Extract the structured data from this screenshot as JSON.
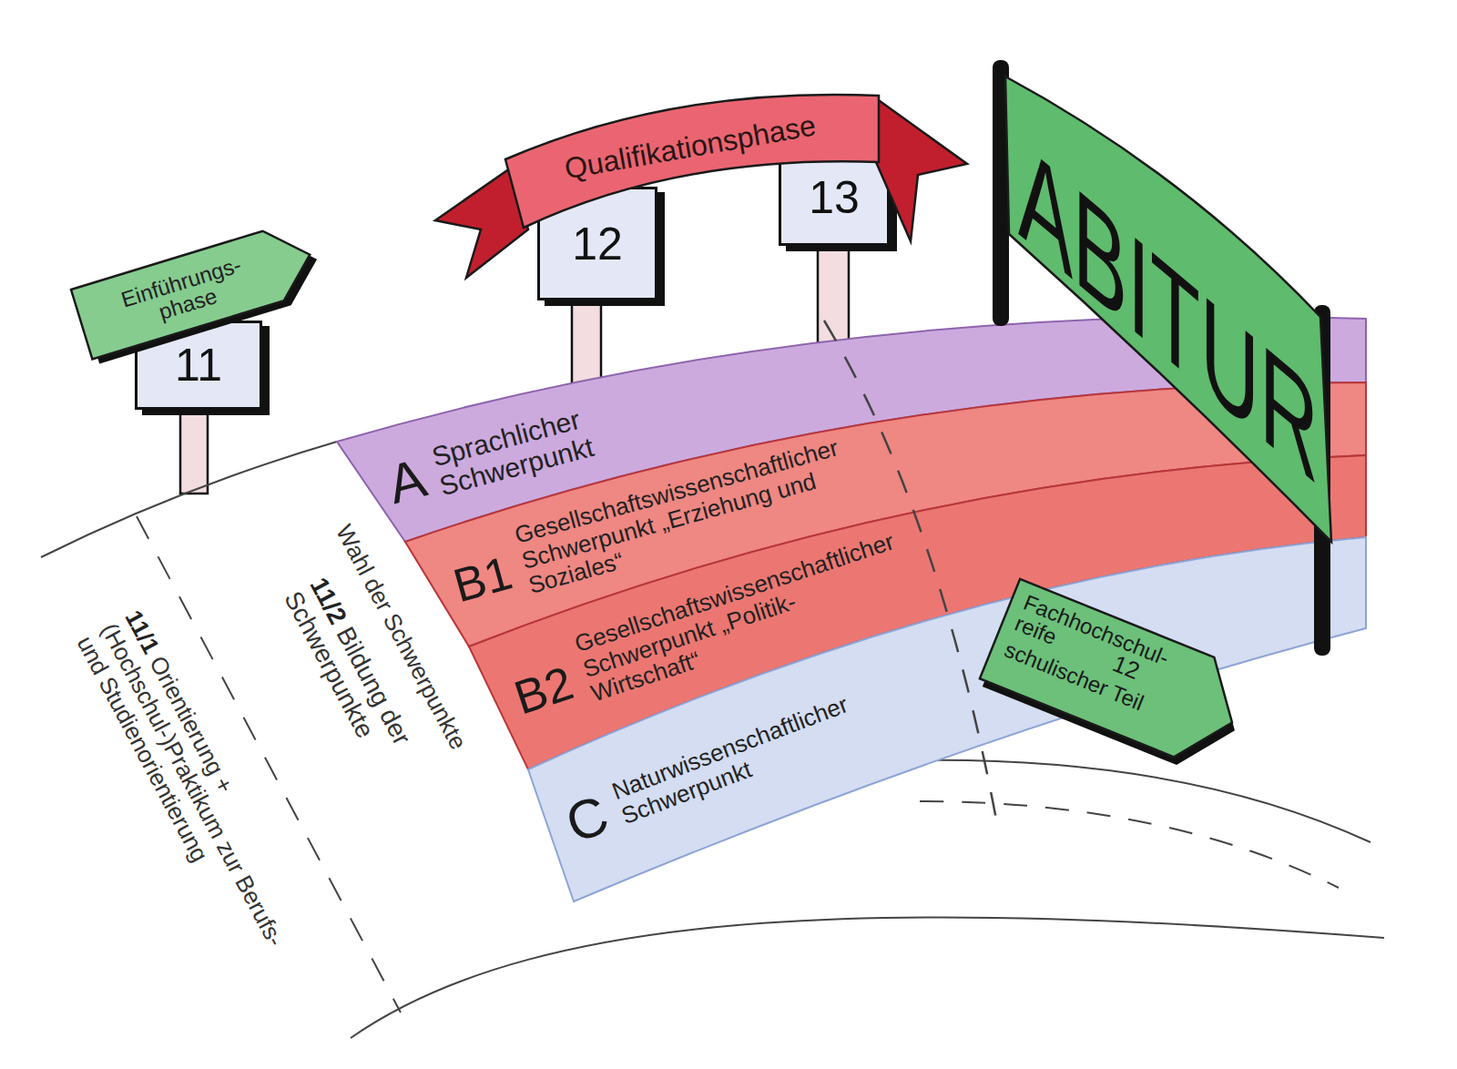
{
  "diagram": {
    "nodes": [
      {
        "text": [
          "Einführungs- phase"
        ]
      },
      {
        "text": [
          "11"
        ]
      },
      {
        "text": [
          "Qualifikationsphase"
        ]
      },
      {
        "text": [
          "12"
        ]
      },
      {
        "text": [
          "13"
        ]
      },
      {
        "text": [
          "ABITUR"
        ]
      },
      {
        "text": [
          "A",
          "Sprachlicher Schwerpunkt"
        ]
      },
      {
        "text": [
          "B1",
          "Gesellschaftswissenschaftlicher Schwerpunkt „Erziehung und Soziales“"
        ]
      },
      {
        "text": [
          "B2",
          "Gesellschaftswissenschaftlicher Schwerpunkt „Politik-Wirtschaft“"
        ]
      },
      {
        "text": [
          "C",
          "Naturwissenschaftlicher Schwerpunkt"
        ]
      },
      {
        "text": [
          "Fachhochschul- reife",
          "12",
          "schulischer Teil"
        ]
      }
    ],
    "labels": [
      "Wahl der Schwerpunkte",
      "11/2",
      "Bildung der Schwerpunkte",
      "11/1",
      "Orientierung + (Hochschul-)Praktikum zur Berufs- und Studienorientierung"
    ]
  }
}
